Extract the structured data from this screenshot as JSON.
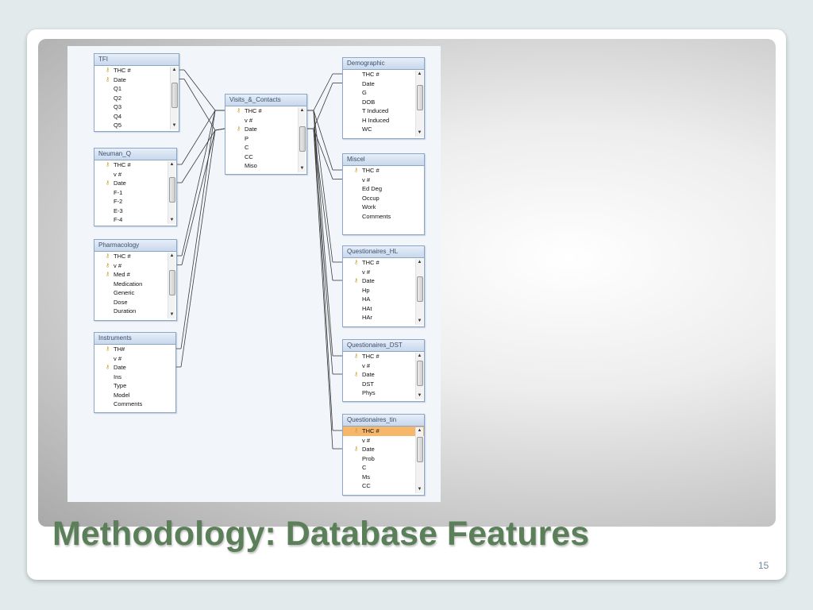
{
  "slide": {
    "title": "Methodology:  Database Features",
    "page_number": "15"
  },
  "diagram": {
    "tables": [
      {
        "id": "tfi",
        "name": "TFI",
        "fields": [
          {
            "label": "THC #",
            "key": true
          },
          {
            "label": "Date",
            "key": true
          },
          {
            "label": "Q1"
          },
          {
            "label": "Q2"
          },
          {
            "label": "Q3"
          },
          {
            "label": "Q4"
          },
          {
            "label": "Q5"
          }
        ]
      },
      {
        "id": "neuman",
        "name": "Neuman_Q",
        "fields": [
          {
            "label": "THC #",
            "key": true
          },
          {
            "label": "v #"
          },
          {
            "label": "Date",
            "key": true
          },
          {
            "label": "F-1"
          },
          {
            "label": "F-2"
          },
          {
            "label": "E-3"
          },
          {
            "label": "F-4"
          }
        ]
      },
      {
        "id": "pharm",
        "name": "Pharmacology",
        "fields": [
          {
            "label": "THC #",
            "key": true
          },
          {
            "label": "v #",
            "key": true
          },
          {
            "label": "Med #",
            "key": true
          },
          {
            "label": "Medication"
          },
          {
            "label": "Generic"
          },
          {
            "label": "Dose"
          },
          {
            "label": "Duration"
          }
        ]
      },
      {
        "id": "instr",
        "name": "Instruments",
        "fields": [
          {
            "label": "TH#",
            "key": true
          },
          {
            "label": "v #"
          },
          {
            "label": "Date",
            "key": true
          },
          {
            "label": "Ins"
          },
          {
            "label": "Type"
          },
          {
            "label": "Model"
          },
          {
            "label": "Comments"
          }
        ]
      },
      {
        "id": "visits",
        "name": "Visits_&_Contacts",
        "fields": [
          {
            "label": "THC #",
            "key": true
          },
          {
            "label": "v #"
          },
          {
            "label": "Date",
            "key": true
          },
          {
            "label": "P"
          },
          {
            "label": "C"
          },
          {
            "label": "CC"
          },
          {
            "label": "Miso"
          }
        ]
      },
      {
        "id": "demo",
        "name": "Demographic",
        "fields": [
          {
            "label": "THC #"
          },
          {
            "label": "Date"
          },
          {
            "label": "G"
          },
          {
            "label": "DOB"
          },
          {
            "label": "T Induced"
          },
          {
            "label": "H Induced"
          },
          {
            "label": "WC"
          }
        ]
      },
      {
        "id": "miscel",
        "name": "Miscel",
        "fields": [
          {
            "label": "THC #",
            "key": true
          },
          {
            "label": "v #"
          },
          {
            "label": "Ed Deg"
          },
          {
            "label": "Occup"
          },
          {
            "label": "Work"
          },
          {
            "label": "Comments"
          }
        ]
      },
      {
        "id": "qhl",
        "name": "Questionaires_HL",
        "fields": [
          {
            "label": "THC #",
            "key": true
          },
          {
            "label": "v #"
          },
          {
            "label": "Date",
            "key": true
          },
          {
            "label": "Hp"
          },
          {
            "label": "HA"
          },
          {
            "label": "HAt"
          },
          {
            "label": "HAr"
          }
        ]
      },
      {
        "id": "qdst",
        "name": "Questionaires_DST",
        "fields": [
          {
            "label": "THC #",
            "key": true
          },
          {
            "label": "v #"
          },
          {
            "label": "Date",
            "key": true
          },
          {
            "label": "DST"
          },
          {
            "label": "Phys"
          }
        ]
      },
      {
        "id": "qtin",
        "name": "Questionaires_tin",
        "fields": [
          {
            "label": "THC #",
            "key": true,
            "selected": true
          },
          {
            "label": "v #"
          },
          {
            "label": "Date",
            "key": true
          },
          {
            "label": "Prob"
          },
          {
            "label": "C"
          },
          {
            "label": "Ms"
          },
          {
            "label": "CC"
          }
        ]
      }
    ],
    "relationships": [
      {
        "from": "tfi",
        "to": "visits"
      },
      {
        "from": "neuman",
        "to": "visits"
      },
      {
        "from": "pharm",
        "to": "visits"
      },
      {
        "from": "instr",
        "to": "visits"
      },
      {
        "from": "visits",
        "to": "demo"
      },
      {
        "from": "visits",
        "to": "miscel"
      },
      {
        "from": "visits",
        "to": "qhl"
      },
      {
        "from": "visits",
        "to": "qdst"
      },
      {
        "from": "visits",
        "to": "qtin"
      }
    ]
  }
}
